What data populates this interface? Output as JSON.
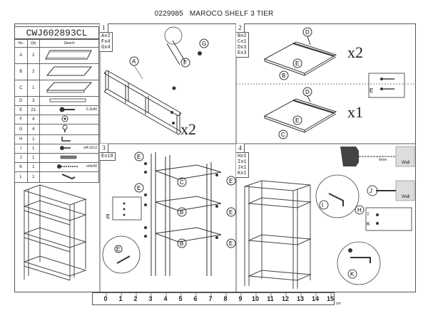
{
  "header": {
    "code": "0229985",
    "name": "MAROCO SHELF 3 TIER"
  },
  "model_code": "CWJ602893CL",
  "parts_table": {
    "columns": [
      "No.",
      "Qty",
      "Sketch"
    ],
    "rows": [
      {
        "id": "A",
        "qty": "2",
        "spec": ""
      },
      {
        "id": "B",
        "qty": "2",
        "spec": ""
      },
      {
        "id": "C",
        "qty": "1",
        "spec": ""
      },
      {
        "id": "D",
        "qty": "3",
        "spec": ""
      },
      {
        "id": "E",
        "qty": "21",
        "spec": "6.3x40"
      },
      {
        "id": "F",
        "qty": "4",
        "spec": ""
      },
      {
        "id": "G",
        "qty": "4",
        "spec": ""
      },
      {
        "id": "H",
        "qty": "1",
        "spec": ""
      },
      {
        "id": "I",
        "qty": "1",
        "spec": "st4.2x12"
      },
      {
        "id": "J",
        "qty": "1",
        "spec": ""
      },
      {
        "id": "K",
        "qty": "1",
        "spec": "st4x40"
      },
      {
        "id": "L",
        "qty": "1",
        "spec": ""
      }
    ]
  },
  "steps": [
    {
      "num": "1",
      "bom": [
        "Ax2",
        "Fx4",
        "Gx4"
      ],
      "multiplier": "x2"
    },
    {
      "num": "2",
      "bom": [
        "Bx2",
        "Cx1",
        "Dx3",
        "Ex3"
      ],
      "multiplier_top": "x2",
      "multiplier_bottom": "x1"
    },
    {
      "num": "3",
      "bom": [
        "Ex18"
      ]
    },
    {
      "num": "4",
      "bom": [
        "Hx1",
        "Ix1",
        "Jx1",
        "Kx1"
      ]
    }
  ],
  "callouts": {
    "A": "A",
    "B": "B",
    "C": "C",
    "D": "D",
    "E": "E",
    "F": "F",
    "G": "G",
    "H": "H",
    "I": "I",
    "J": "J",
    "K": "K"
  },
  "wall_label": "Wall",
  "drill_label": "6mm",
  "ruler": {
    "ticks": [
      "0",
      "1",
      "2",
      "3",
      "4",
      "5",
      "6",
      "7",
      "8",
      "9",
      "10",
      "11",
      "12",
      "13",
      "14",
      "15"
    ],
    "unit": "cm"
  }
}
